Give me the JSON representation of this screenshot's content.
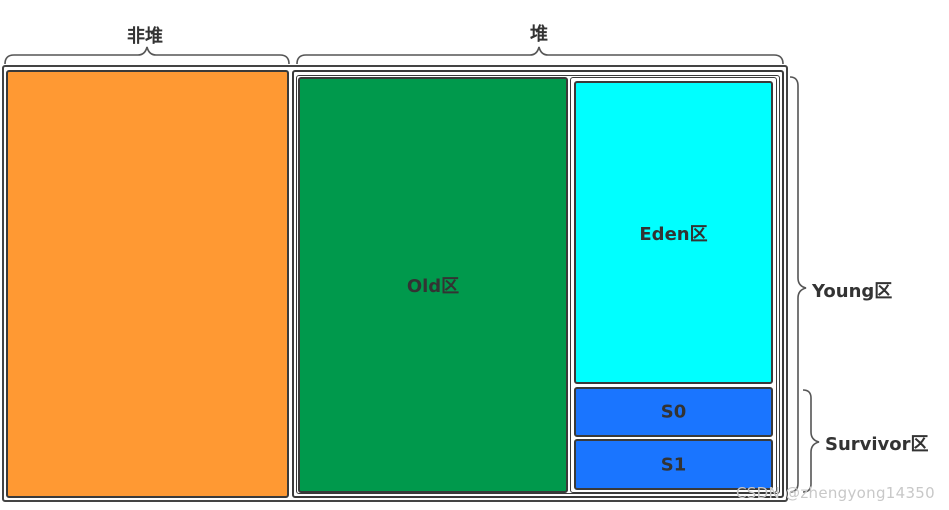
{
  "labels": {
    "non_heap": "非堆",
    "heap": "堆",
    "young": "Young区",
    "survivor": "Survivor区"
  },
  "regions": {
    "non_heap_color": "#FF9933",
    "old": {
      "label": "Old区",
      "color": "#00994C"
    },
    "eden": {
      "label": "Eden区",
      "color": "#00FFFF"
    },
    "s0": {
      "label": "S0",
      "color": "#1A75FF"
    },
    "s1": {
      "label": "S1",
      "color": "#1A75FF"
    }
  },
  "watermark": "CSDN @zhengyong14350"
}
